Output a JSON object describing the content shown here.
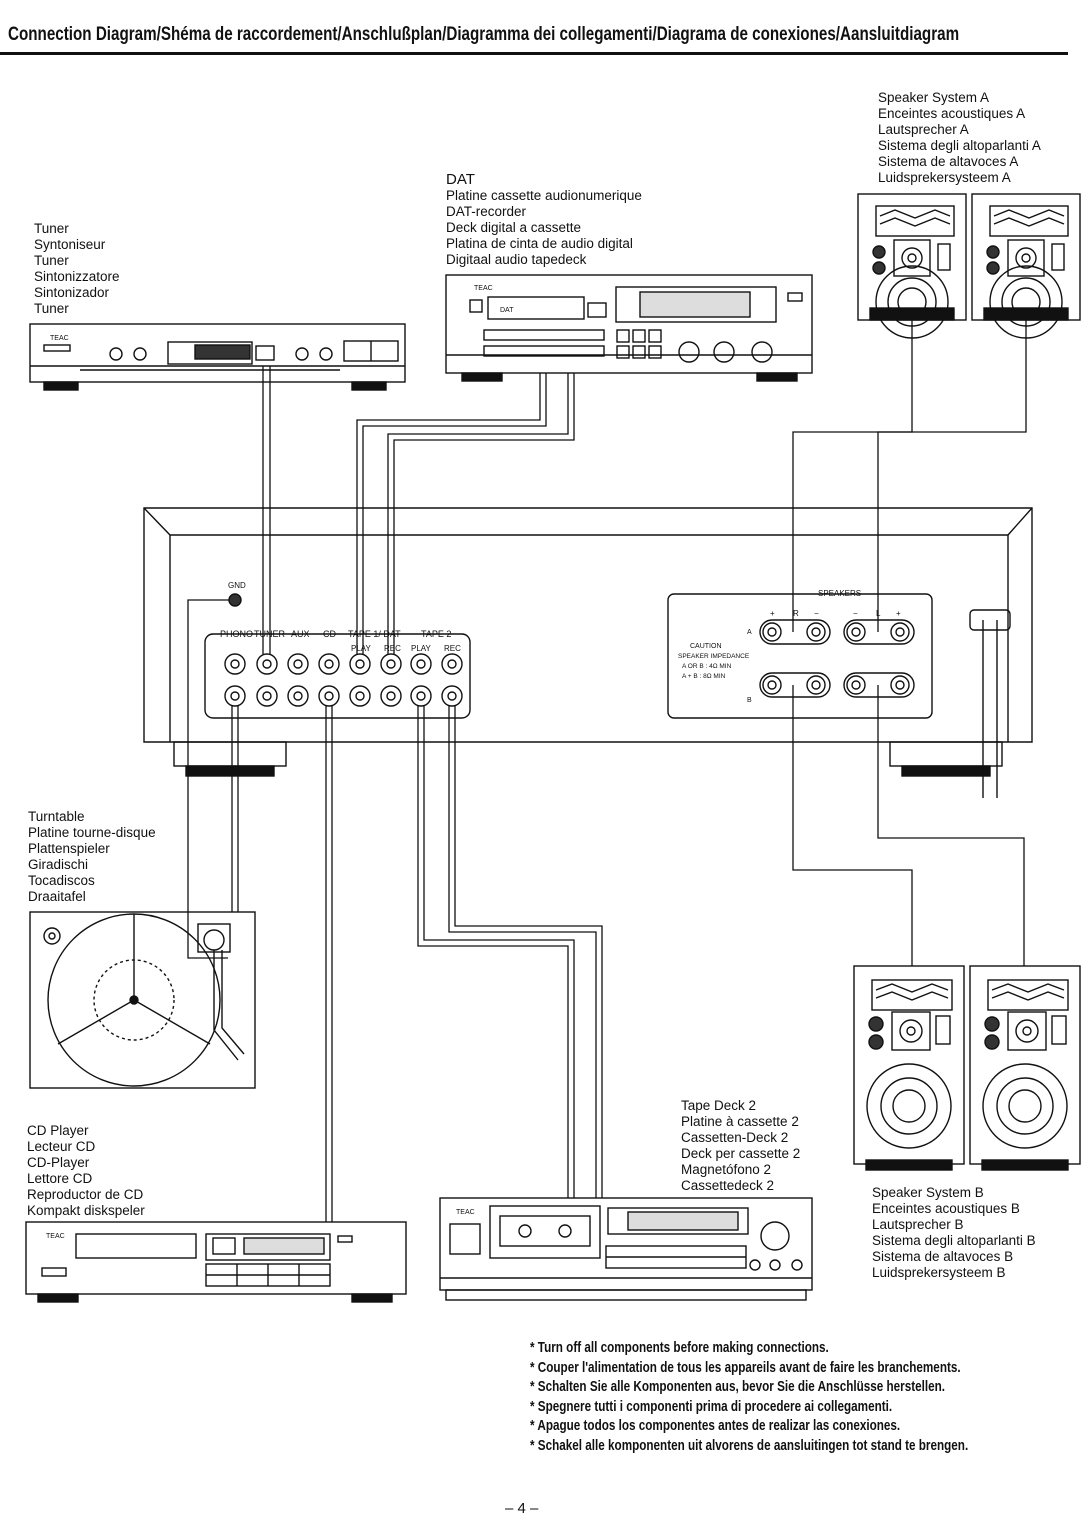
{
  "header": {
    "title": "Connection Diagram/Shéma de raccordement/Anschlußplan/Diagramma dei collegamenti/Diagrama de conexiones/Aansluitdiagram"
  },
  "components": {
    "tuner": [
      "Tuner",
      "Syntoniseur",
      "Tuner",
      "Sintonizzatore",
      "Sintonizador",
      "Tuner"
    ],
    "dat": [
      "DAT",
      "Platine cassette audionumerique",
      "DAT-recorder",
      "Deck digital a cassette",
      "Platina de cinta de audio digital",
      "Digitaal audio tapedeck"
    ],
    "speaker_a": [
      "Speaker System A",
      "Enceintes acoustiques A",
      "Lautsprecher A",
      "Sistema degli altoparlanti A",
      "Sistema de altavoces A",
      "Luidsprekersysteem A"
    ],
    "turntable": [
      "Turntable",
      "Platine tourne-disque",
      "Plattenspieler",
      "Giradischi",
      "Tocadiscos",
      "Draaitafel"
    ],
    "cd_player": [
      "CD Player",
      "Lecteur CD",
      "CD-Player",
      "Lettore CD",
      "Reproductor de CD",
      "Kompakt diskspeler"
    ],
    "tape_deck_2": [
      "Tape Deck 2",
      "Platine à cassette 2",
      "Cassetten-Deck 2",
      "Deck per cassette 2",
      "Magnetófono 2",
      "Cassettedeck 2"
    ],
    "speaker_b": [
      "Speaker System B",
      "Enceintes acoustiques B",
      "Lautsprecher B",
      "Sistema degli altoparlanti B",
      "Sistema de altavoces B",
      "Luidsprekersysteem B"
    ]
  },
  "amplifier": {
    "gnd": "GND",
    "inputs": [
      "PHONO",
      "TUNER",
      "AUX",
      "CD",
      "TAPE 1/ DAT",
      "TAPE 2"
    ],
    "sub_labels": [
      "PLAY",
      "REC",
      "PLAY",
      "REC"
    ],
    "speakers_label": "SPEAKERS",
    "caution": [
      "CAUTION",
      "SPEAKER IMPEDANCE",
      "A OR B : 4Ω MIN",
      "A + B : 8Ω MIN"
    ],
    "row_a": "A",
    "row_b": "B",
    "polarity_plus": "+",
    "polarity_minus": "−",
    "channel_r": "R",
    "channel_l": "L"
  },
  "device_labels": {
    "brand": "TEAC",
    "dat_badge": "DAT"
  },
  "notes": [
    "* Turn off all components before making connections.",
    "* Couper l'alimentation de tous les appareils avant de faire les branchements.",
    "* Schalten Sie alle Komponenten aus, bevor Sie die Anschlüsse herstellen.",
    "* Spegnere tutti i componenti prima di procedere ai collegamenti.",
    "* Apague todos los componentes antes de realizar las conexiones.",
    "* Schakel alle komponenten uit alvorens de aansluitingen tot stand te brengen."
  ],
  "page_number": "– 4 –"
}
